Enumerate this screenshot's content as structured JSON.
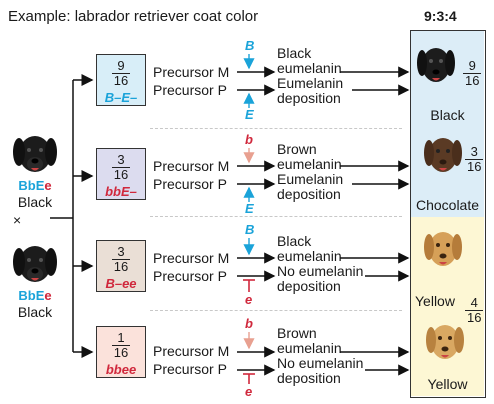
{
  "title": "Example: labrador retriever coat color",
  "ratio": "9:3:4",
  "parents": {
    "top": {
      "genotype_B": "B",
      "genotype_b": "b",
      "genotype_E": "E",
      "genotype_e": "e",
      "label": "Black"
    },
    "cross_symbol": "×",
    "bottom": {
      "genotype_B": "B",
      "genotype_b": "b",
      "genotype_E": "E",
      "genotype_e": "e",
      "label": "Black"
    }
  },
  "rows": [
    {
      "fraction_num": "9",
      "fraction_den": "16",
      "genotype": "B–E–",
      "precursor_m": "Precursor M",
      "precursor_p": "Precursor P",
      "top_allele": "B",
      "bottom_allele": "E",
      "result_1": "Black",
      "result_2": "eumelanin",
      "result_3": "Eumelanin",
      "result_4": "deposition",
      "phenotype": "Black",
      "pheno_num": "9",
      "pheno_den": "16"
    },
    {
      "fraction_num": "3",
      "fraction_den": "16",
      "genotype": "bbE–",
      "precursor_m": "Precursor M",
      "precursor_p": "Precursor P",
      "top_allele": "b",
      "bottom_allele": "E",
      "result_1": "Brown",
      "result_2": "eumelanin",
      "result_3": "Eumelanin",
      "result_4": "deposition",
      "phenotype": "Chocolate",
      "pheno_num": "3",
      "pheno_den": "16"
    },
    {
      "fraction_num": "3",
      "fraction_den": "16",
      "genotype": "B–ee",
      "precursor_m": "Precursor M",
      "precursor_p": "Precursor P",
      "top_allele": "B",
      "bottom_allele": "e",
      "result_1": "Black",
      "result_2": "eumelanin",
      "result_3": "No eumelanin",
      "result_4": "deposition",
      "phenotype": "Yellow",
      "pheno_num": "4",
      "pheno_den": "16"
    },
    {
      "fraction_num": "1",
      "fraction_den": "16",
      "genotype": "bbee",
      "precursor_m": "Precursor M",
      "precursor_p": "Precursor P",
      "top_allele": "b",
      "bottom_allele": "e",
      "result_1": "Brown",
      "result_2": "eumelanin",
      "result_3": "No eumelanin",
      "result_4": "deposition",
      "phenotype": "Yellow"
    }
  ],
  "colors": {
    "black_box": "#dcedf7",
    "chocolate_box": "#dcedf7",
    "yellow_box": "#fdf7d4",
    "frac_box_1": "#d8eef8",
    "frac_box_2": "#dcdcef",
    "frac_box_3": "#eadfd6",
    "frac_box_4": "#fbe2db",
    "allele_blue": "#1aa3d9",
    "allele_red": "#d0283c"
  }
}
